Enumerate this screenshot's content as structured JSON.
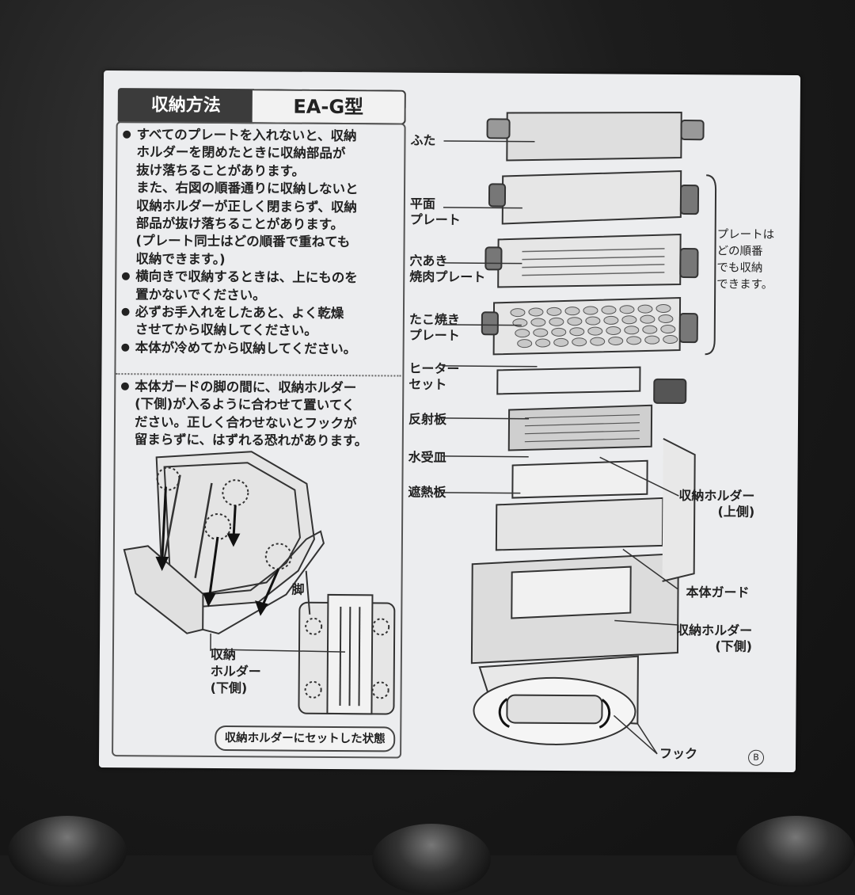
{
  "header": {
    "title": "収納方法",
    "model": "EA-G型"
  },
  "notes_top": [
    {
      "bullet": true,
      "lines": [
        "すべてのプレートを入れないと、収納",
        "ホルダーを閉めたときに収納部品が",
        "抜け落ちることがあります。"
      ]
    },
    {
      "bullet": false,
      "lines": [
        "また、右図の順番通りに収納しないと",
        "収納ホルダーが正しく閉まらず、収納",
        "部品が抜け落ちることがあります。",
        "(プレート同士はどの順番で重ねても",
        "収納できます。)"
      ]
    },
    {
      "bullet": true,
      "lines": [
        "横向きで収納するときは、上にものを",
        "置かないでください。"
      ]
    },
    {
      "bullet": true,
      "lines": [
        "必ずお手入れをしたあと、よく乾燥",
        "させてから収納してください。"
      ]
    },
    {
      "bullet": true,
      "lines": [
        "本体が冷めてから収納してください。"
      ]
    }
  ],
  "notes_bottom": [
    {
      "bullet": true,
      "lines": [
        "本体ガードの脚の間に、収納ホルダー",
        "(下側)が入るように合わせて置いてく",
        "ださい。正しく合わせないとフックが",
        "留まらずに、はずれる恐れがあります。"
      ]
    }
  ],
  "left_diagram": {
    "leg_label": "脚",
    "holder_label": [
      "収納",
      "ホルダー",
      "(下側)"
    ],
    "caption": "収納ホルダーにセットした状態"
  },
  "right_diagram": {
    "parts": [
      {
        "label": [
          "ふた"
        ]
      },
      {
        "label": [
          "平面",
          "プレート"
        ]
      },
      {
        "label": [
          "穴あき",
          "焼肉プレート"
        ]
      },
      {
        "label": [
          "たこ焼き",
          "プレート"
        ]
      },
      {
        "label": [
          "ヒーター",
          "セット"
        ]
      },
      {
        "label": [
          "反射板"
        ]
      },
      {
        "label": [
          "水受皿"
        ]
      },
      {
        "label": [
          "遮熱板"
        ]
      }
    ],
    "plate_note": [
      "プレートは",
      "どの順番",
      "でも収納",
      "できます。"
    ],
    "holder_upper": [
      "収納ホルダー",
      "(上側)"
    ],
    "body_guard": "本体ガード",
    "holder_lower": [
      "収納ホルダー",
      "(下側)"
    ],
    "hook": "フック"
  },
  "mark": "B",
  "colors": {
    "sheet": "#ecedef",
    "ink": "#222222",
    "header_bg": "#3b3b3b",
    "background": "#1b1b1b"
  }
}
